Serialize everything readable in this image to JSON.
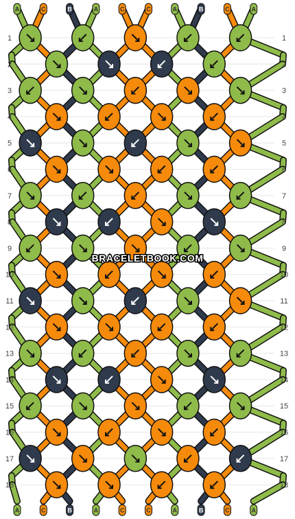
{
  "watermark": "BRACELETBOOK.COM",
  "colors": {
    "A": "#8fbb4a",
    "B": "#2f3a4c",
    "C": "#f58a0b"
  },
  "strings_top": [
    "A",
    "C",
    "B",
    "A",
    "C",
    "C",
    "A",
    "B",
    "C",
    "A"
  ],
  "strings_bottom": [
    "A",
    "C",
    "B",
    "A",
    "C",
    "C",
    "A",
    "B",
    "C",
    "A"
  ],
  "row_labels": [
    "1",
    "2",
    "3",
    "4",
    "5",
    "6",
    "7",
    "8",
    "9",
    "10",
    "11",
    "12",
    "13",
    "14",
    "15",
    "16",
    "17",
    "18"
  ],
  "knots": [
    [
      "A:br",
      "A:bl",
      "C:br",
      "A:bl",
      "A:bl"
    ],
    [
      "A:br",
      "B:br",
      "B:bl",
      "A:bl"
    ],
    [
      "A:bl",
      "A:br",
      "C:bl",
      "C:br",
      "A:br"
    ],
    [
      "C:br",
      "C:bl",
      "C:br",
      "C:bl"
    ],
    [
      "B:br",
      "A:br",
      "B:bl"
    ],
    [
      "C:br",
      "C:br",
      "C:bl",
      "C:bl"
    ],
    [
      "A:br",
      "A:bl",
      "C:bl",
      "A:br",
      "A:bl"
    ],
    [
      "B:br",
      "B:bl"
    ],
    [
      "A:bl",
      "A:br",
      "C:br",
      "A:bl",
      "A:br"
    ],
    [
      "C:br",
      "C:bl",
      "C:br",
      "C:bl"
    ],
    [
      "B:br",
      "A:br",
      "B:bl"
    ],
    [
      "C:br",
      "C:br",
      "C:bl",
      "C:bl"
    ],
    [
      "A:br",
      "A:bl",
      "C:bl",
      "A:br",
      "A:bl"
    ],
    [
      "B:br",
      "B:bl"
    ],
    [
      "A:bl",
      "A:br",
      "C:br",
      "A:bl",
      "A:br"
    ],
    [
      "C:br",
      "C:bl",
      "C:br",
      "C:bl"
    ],
    [
      "B:br",
      "C:br",
      "A:br",
      "C:bl",
      "B:bl"
    ],
    [
      "C:br",
      "C:br",
      "C:bl",
      "C:bl"
    ]
  ]
}
